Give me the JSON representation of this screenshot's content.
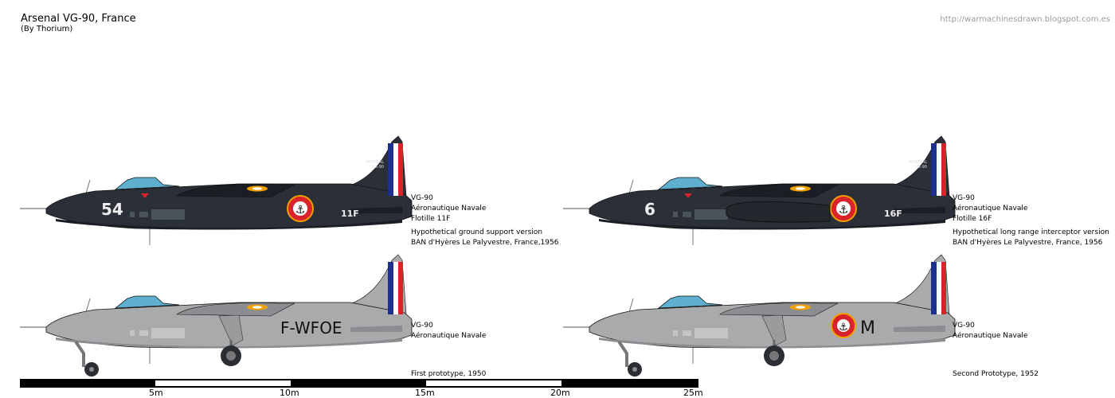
{
  "header": {
    "title": "Arsenal VG-90, France",
    "credit": "(By Thorium)",
    "url": "http://warmachinesdrawn.blogspot.com.es"
  },
  "aircraft": [
    {
      "id": "top-left",
      "scheme": "navy",
      "body_color": "#2b3038",
      "number": "54",
      "code": "11F",
      "fin_text": [
        "ARSENAL",
        "VG-90"
      ],
      "caption": [
        "VG-90",
        "Aéronautique Navale",
        "Flotille 11F"
      ],
      "note": [
        "Hypothetical ground support version",
        "BAN d'Hyères Le Palyvestre, France,1956"
      ]
    },
    {
      "id": "top-right",
      "scheme": "navy",
      "body_color": "#2b3038",
      "number": "6",
      "code": "16F",
      "fin_text": [
        "ARSENAL",
        "VG-90"
      ],
      "caption": [
        "VG-90",
        "Aéronautique Navale",
        "Flotille 16F"
      ],
      "note": [
        "Hypothetical long range interceptor version",
        "BAN d'Hyères Le Palyvestre, France, 1956"
      ]
    },
    {
      "id": "bottom-left",
      "scheme": "prototype",
      "body_color": "#a9aaac",
      "registration": "F-WFOE",
      "caption": [
        "VG-90",
        "Aéronautique Navale"
      ],
      "note": [
        "First prototype, 1950"
      ]
    },
    {
      "id": "bottom-right",
      "scheme": "prototype",
      "body_color": "#a9aaac",
      "registration": "M",
      "caption": [
        "VG-90",
        "Aéronautique Navale"
      ],
      "note": [
        "Second Prototype, 1952"
      ]
    }
  ],
  "scale": {
    "ticks": [
      "5m",
      "10m",
      "15m",
      "20m",
      "25m"
    ]
  },
  "colors": {
    "navy": "#2b3038",
    "grey": "#a9aaac",
    "canopy": "#5fb0d0",
    "blue": "#1d2f8f",
    "red": "#d8232a",
    "roundel_ring": "#f0a000"
  }
}
